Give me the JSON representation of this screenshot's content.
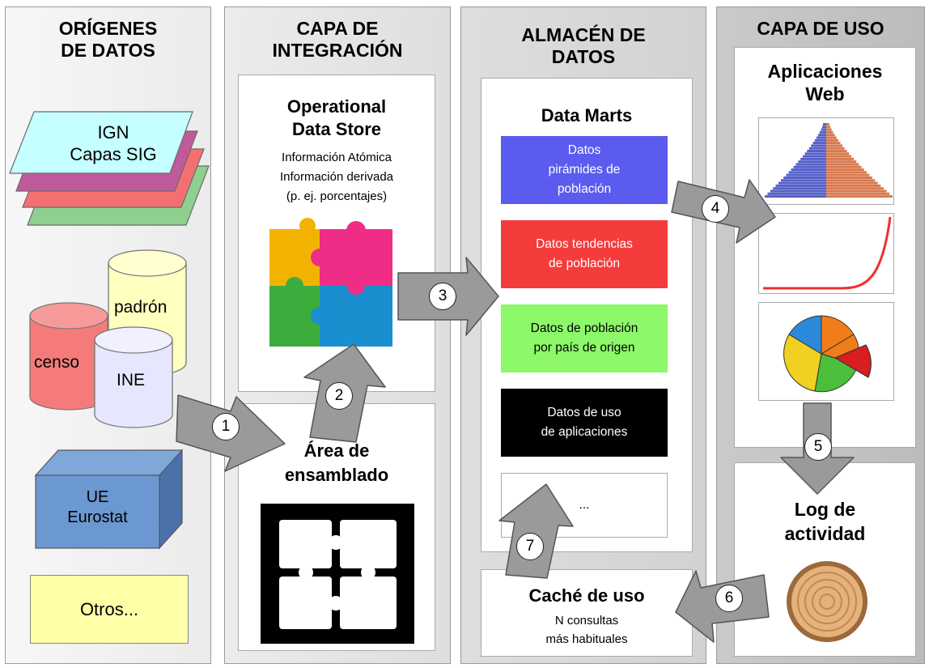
{
  "columns": {
    "sources_title": "ORÍGENES\nDE DATOS",
    "integration_title": "CAPA DE\nINTEGRACIÓN",
    "warehouse_title": "ALMACÉN DE\nDATOS",
    "usage_title": "CAPA DE USO"
  },
  "sources": {
    "ign_line1": "IGN",
    "ign_line2": "Capas SIG",
    "padron": "padrón",
    "censo": "censo",
    "ine": "INE",
    "ue_line1": "UE",
    "ue_line2": "Eurostat",
    "otros": "Otros..."
  },
  "integration": {
    "ods_title": "Operational\nData Store",
    "ods_lines": [
      "Información Atómica",
      "Información derivada",
      "(p. ej. porcentajes)"
    ],
    "assembly_title": "Área de\nensamblado"
  },
  "warehouse": {
    "marts_title": "Data Marts",
    "marts": [
      {
        "label": "Datos\npirámides de\npoblación",
        "color": "#5b5bf0",
        "text_color": "#ffffff"
      },
      {
        "label": "Datos tendencias\nde población",
        "color": "#f43c3c",
        "text_color": "#ffffff"
      },
      {
        "label": "Datos de población\npor país de origen",
        "color": "#8df86a",
        "text_color": "#000000"
      },
      {
        "label": "Datos de uso\nde aplicaciones",
        "color": "#000000",
        "text_color": "#ffffff"
      },
      {
        "label": "...",
        "color": "#ffffff",
        "text_color": "#000000"
      }
    ],
    "cache_title": "Caché de uso",
    "cache_lines": [
      "N consultas",
      "más habituales"
    ]
  },
  "usage": {
    "webapps_title": "Aplicaciones\nWeb",
    "log_title": "Log de\nactividad"
  },
  "steps": [
    "1",
    "2",
    "3",
    "4",
    "5",
    "6",
    "7"
  ]
}
